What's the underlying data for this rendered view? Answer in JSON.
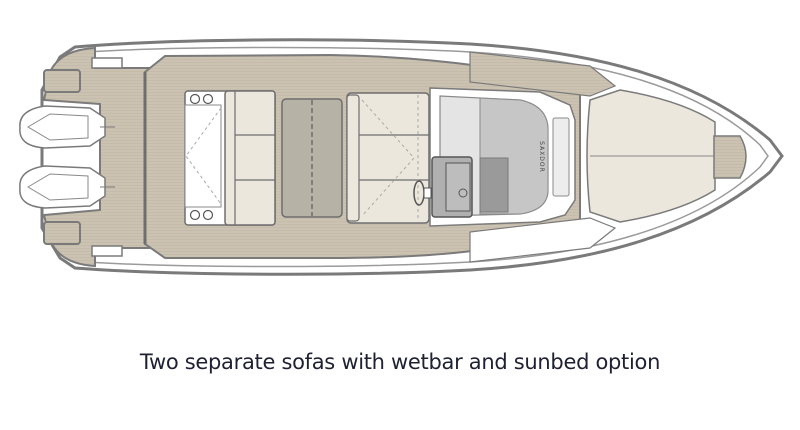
{
  "caption": "Two separate sofas with wetbar and sunbed option",
  "plan": {
    "subject": "boat-deck-layout-top-view",
    "console_brand": "SAXDOR",
    "engines": 2,
    "colors": {
      "hull_stroke": "#7a7a7a",
      "teak_deck": "#cbc2b2",
      "cushion_light": "#ece7dc",
      "cushion_mid": "#b7b2a6",
      "console_grey": "#c6c6c6",
      "console_dark": "#9a9a9a",
      "white": "#ffffff"
    }
  }
}
